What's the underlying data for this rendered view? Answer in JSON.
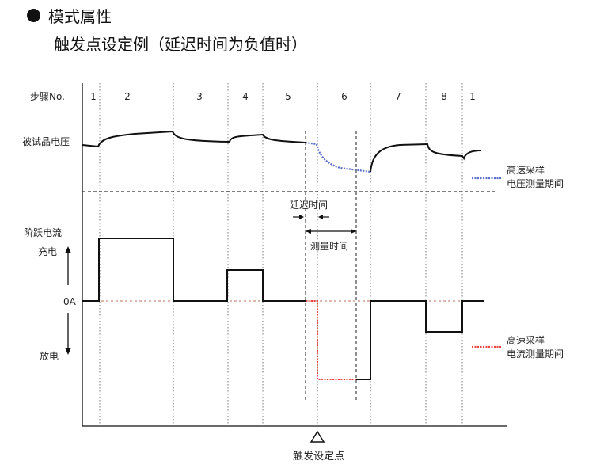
{
  "header": {
    "title": "模式属性",
    "subtitle": "触发点设定例（延迟时间为负值时）"
  },
  "diagram": {
    "step_label": "步骤No.",
    "steps": [
      "1",
      "2",
      "3",
      "4",
      "5",
      "6",
      "7",
      "8",
      "1"
    ],
    "voltage_label": "被试品电压",
    "current_label": "阶跃电流",
    "charge_label": "充电",
    "zero_label": "0A",
    "discharge_label": "放电",
    "delay_label": "延迟时间",
    "measure_label": "测量时间",
    "trigger_label": "触发设定点",
    "legend_voltage": [
      "高速采样",
      "电压测量期间"
    ],
    "legend_current": [
      "高速采样",
      "电流测量期间"
    ],
    "colors": {
      "line": "#111111",
      "voltage_sampling": "#5a6fc9",
      "current_sampling": "#e8463f",
      "dashed": "#555555"
    }
  }
}
